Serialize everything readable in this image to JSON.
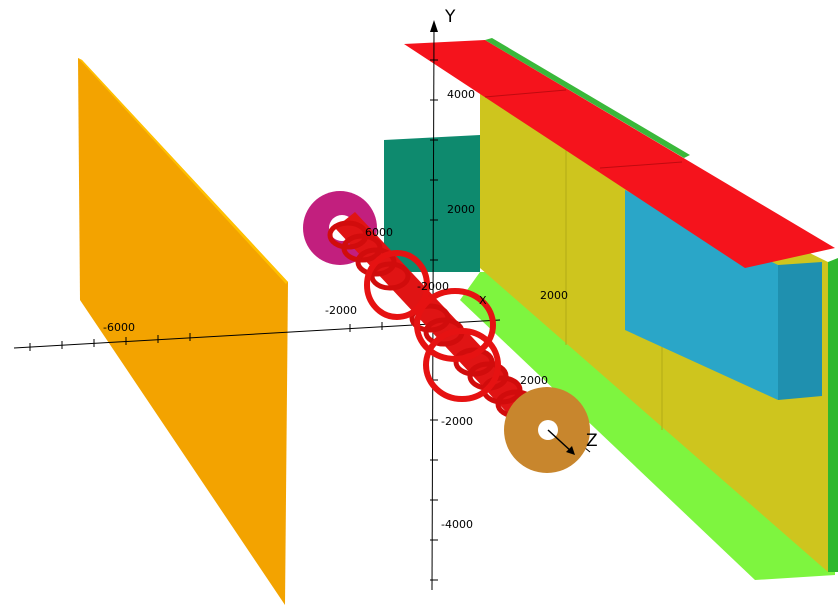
{
  "axes": {
    "y_label": "Y",
    "x_label": "X",
    "z_label": "Z",
    "y_ticks": [
      "4000",
      "2000",
      "-2000",
      "-4000"
    ],
    "x_ticks": [
      "-6000",
      "-2000",
      "2000"
    ],
    "z_ticks": [
      "6000",
      "-2000",
      "2000"
    ]
  },
  "colors": {
    "orange_panel": "#f3a300",
    "teal_block": "#0e8a6e",
    "yellow_wall": "#cec51e",
    "red_roof": "#f5131c",
    "cyan_block": "#2aa6c8",
    "green_floor": "#7ef53f",
    "magenta_disk": "#c21f7e",
    "bronze_disk": "#c8862d",
    "beamline_red": "#e01414",
    "beam_purple": "#7a35b0"
  }
}
